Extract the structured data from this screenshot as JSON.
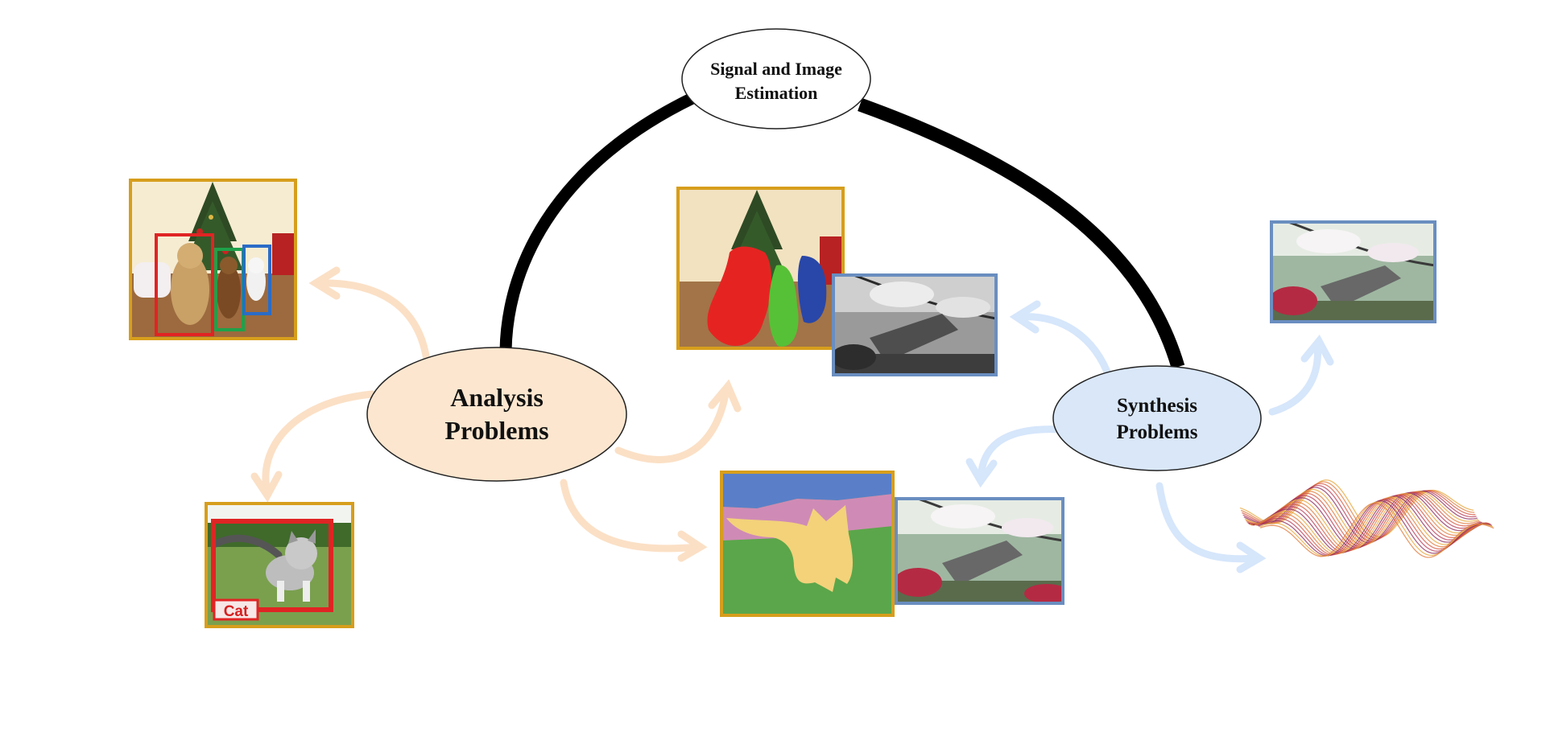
{
  "nodes": {
    "top": {
      "line1": "Signal and Image",
      "line2": "Estimation",
      "fill": "#ffffff"
    },
    "analysis": {
      "line1": "Analysis",
      "line2": "Problems",
      "fill": "#fde6cf"
    },
    "synthesis": {
      "line1": "Synthesis",
      "line2": "Problems",
      "fill": "#d9e7f9"
    }
  },
  "labels": {
    "classification": "Cat"
  },
  "colors": {
    "analysis_accent": "#d79e1c",
    "synthesis_accent": "#6a8ec0",
    "analysis_arrow": "#fbe0c6",
    "synthesis_arrow": "#d6e6fb",
    "detection_boxes": [
      "#e02424",
      "#1fa14a",
      "#2a6cc7"
    ],
    "segmentation": [
      "#e52421",
      "#56c136",
      "#2947a8"
    ]
  },
  "images": [
    {
      "name": "object-detection-image",
      "content": "christmas tree with dog and cats, bounding boxes"
    },
    {
      "name": "classification-image",
      "content": "kitten on grass"
    },
    {
      "name": "segmentation-image",
      "content": "christmas scene with colored masks"
    },
    {
      "name": "semantic-labels-image",
      "content": "cartoon cat semantic regions"
    },
    {
      "name": "grayscale-image",
      "content": "grayscale blossom landscape"
    },
    {
      "name": "restored-color-image",
      "content": "color blossom landscape"
    },
    {
      "name": "generated-image",
      "content": "blossom landscape"
    },
    {
      "name": "waveform-image",
      "content": "3D signal waveform"
    }
  ]
}
